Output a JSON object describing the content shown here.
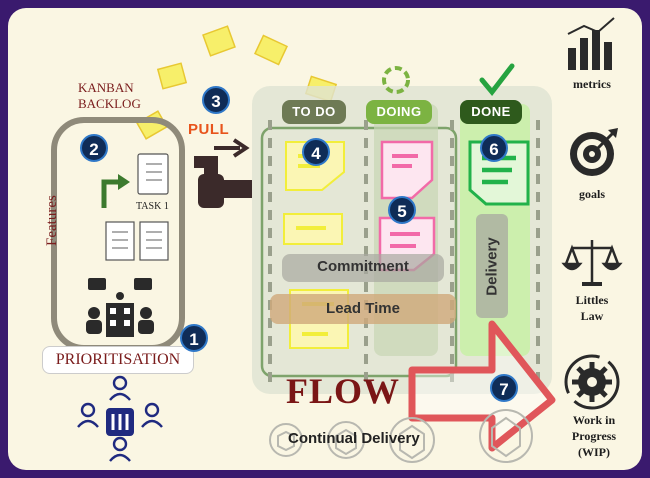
{
  "backlog": {
    "title_line1": "KANBAN",
    "title_line2": "BACKLOG",
    "features_label": "Features",
    "task_label": "TASK 1",
    "prioritisation_label": "PRIORITISATION"
  },
  "pull_label": "PULL",
  "columns": {
    "todo": "TO DO",
    "doing": "DOING",
    "done": "DONE"
  },
  "bands": {
    "commitment": "Commitment",
    "lead_time": "Lead Time",
    "delivery": "Delivery"
  },
  "flow": {
    "title": "FLOW",
    "continual_delivery": "Continual Delivery"
  },
  "steps": [
    "1",
    "2",
    "3",
    "4",
    "5",
    "6",
    "7"
  ],
  "sidebar": {
    "metrics": "metrics",
    "goals": "goals",
    "littles_law_line1": "Littles",
    "littles_law_line2": "Law",
    "wip_line1": "Work in",
    "wip_line2": "Progress",
    "wip_line3": "(WIP)"
  },
  "colors": {
    "frame": "#3a1a6e",
    "badge": "#0f2c57",
    "todo": "#6e7a55",
    "doing": "#7cb342",
    "done": "#2e5a1c",
    "pull": "#e8541c",
    "flow": "#7a1616",
    "yellow_card": "#f2ee3a",
    "pink_card": "#f26aa8",
    "green_card": "#21b24a"
  }
}
